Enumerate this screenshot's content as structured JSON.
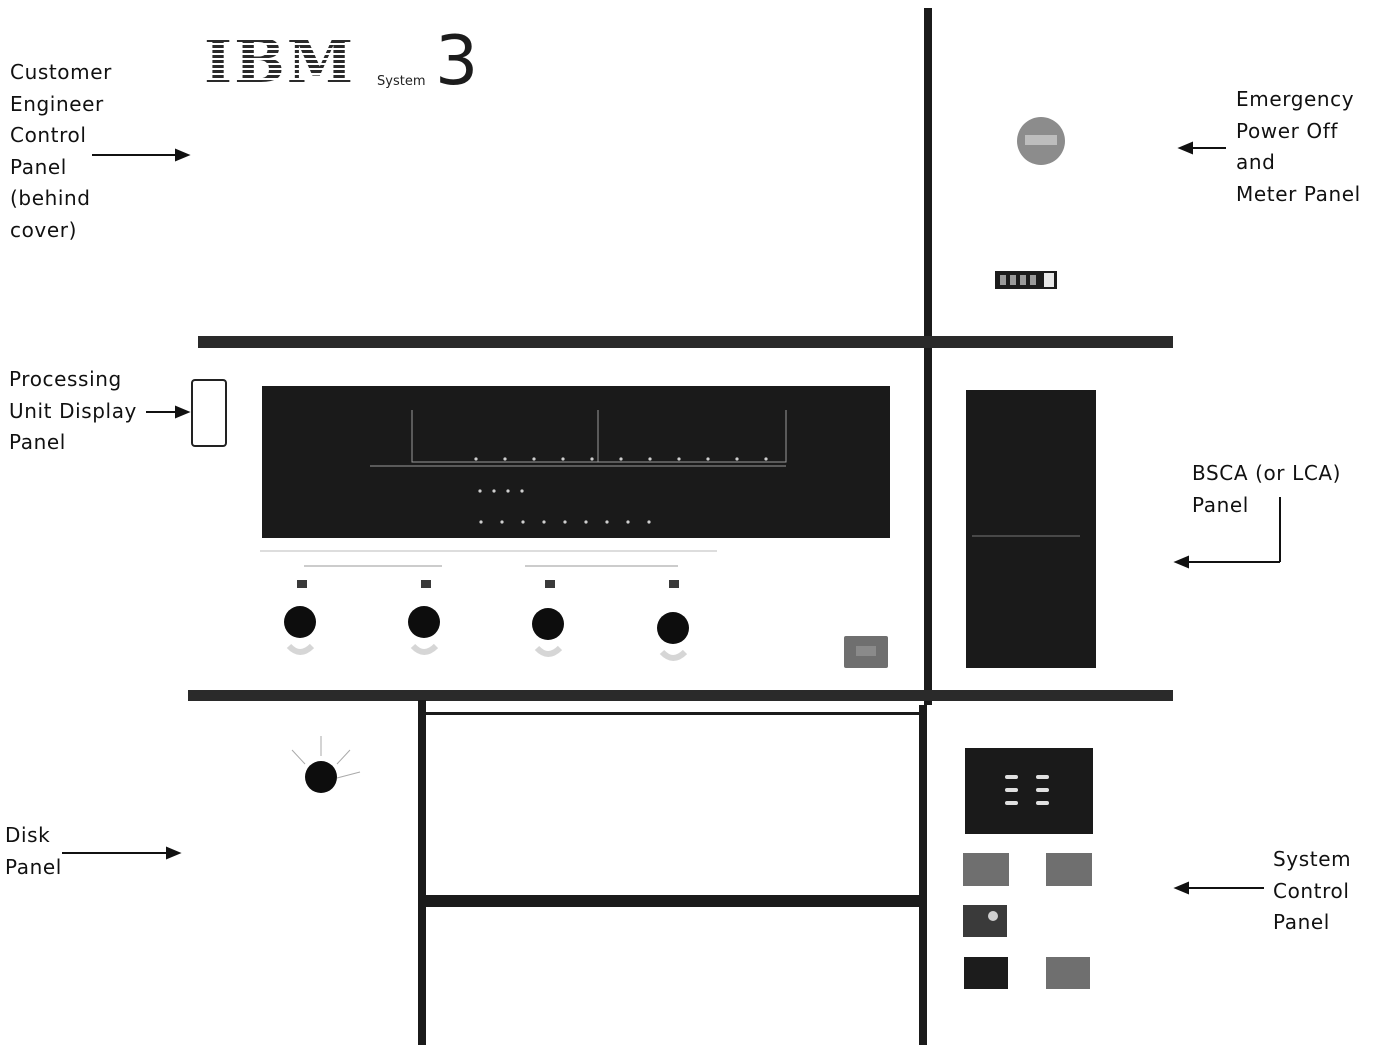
{
  "branding": {
    "logo_text": "IBM",
    "model_word": "System",
    "model_number": "3"
  },
  "callouts": {
    "ce_panel": "Customer\nEngineer\nControl\nPanel\n(behind\ncover)",
    "processing_panel": "Processing\nUnit Display\nPanel",
    "disk_panel": "Disk\nPanel",
    "epo_panel": "Emergency\nPower Off\nand\nMeter Panel",
    "bsca_panel": "BSCA (or LCA)\nPanel",
    "system_control": "System\nControl\nPanel"
  },
  "colors": {
    "frame": "#1b1b1b",
    "display_window": "#1a1a1a",
    "knob": "#0d0d0d",
    "panel_button": "#6f6f6f",
    "background": "#ffffff"
  }
}
